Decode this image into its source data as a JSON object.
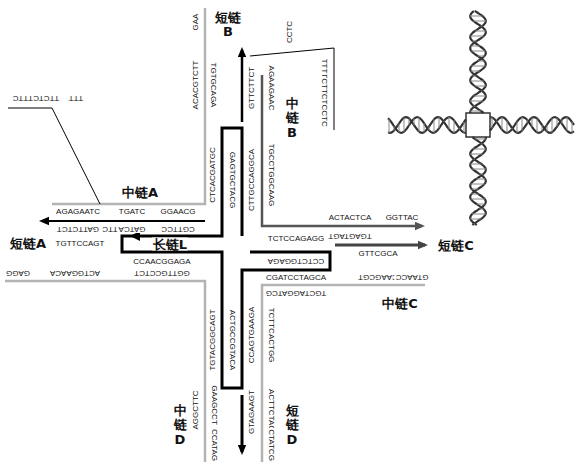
{
  "diagram": {
    "labels": [
      "短链B",
      "中链B",
      "中链A",
      "短链A",
      "长链L",
      "短链C",
      "中链C",
      "中链D",
      "短链D",
      "GAA",
      "ACACGTCTT",
      "TGTGCAGA",
      "CTCACGATGC",
      "GAGTGCTACG",
      "CTTGCCAGGCA",
      "TGCCTGGCAAG",
      "GTTCTTCT",
      "AGAAGAAC",
      "CCTC",
      "TCTTCTCCTC",
      "TTT",
      "TTCTCTTTC",
      "TTT",
      "AGAGAATC",
      "TGATC",
      "GGAACG",
      "GATTCTCT",
      "TTC",
      "GATCA",
      "CGTTCC",
      "TGTTCCAGT",
      "CCAACGGAGA",
      "GAGG",
      "ACTGGAACA",
      "GGTTGCCTCT",
      "TCTCCAGAGG",
      "ACTACTCA",
      "GGTTAC",
      "CCTCTGGAGA",
      "TGAGTAGT",
      "GTTCGCA",
      "CGATCCTAGCA",
      "TGCTAGGATCG",
      "CAAGCGT",
      "GTAACC",
      "TGTACGGCAGT",
      "ACTGCCGTACA",
      "CCAGTGAAGA",
      "TCTTCACTGG",
      "AGGCTTC",
      "GAAGCCT",
      "GTAGAAGT",
      "ACTTCTAC",
      "CCATAG",
      "CTATCG"
    ]
  }
}
